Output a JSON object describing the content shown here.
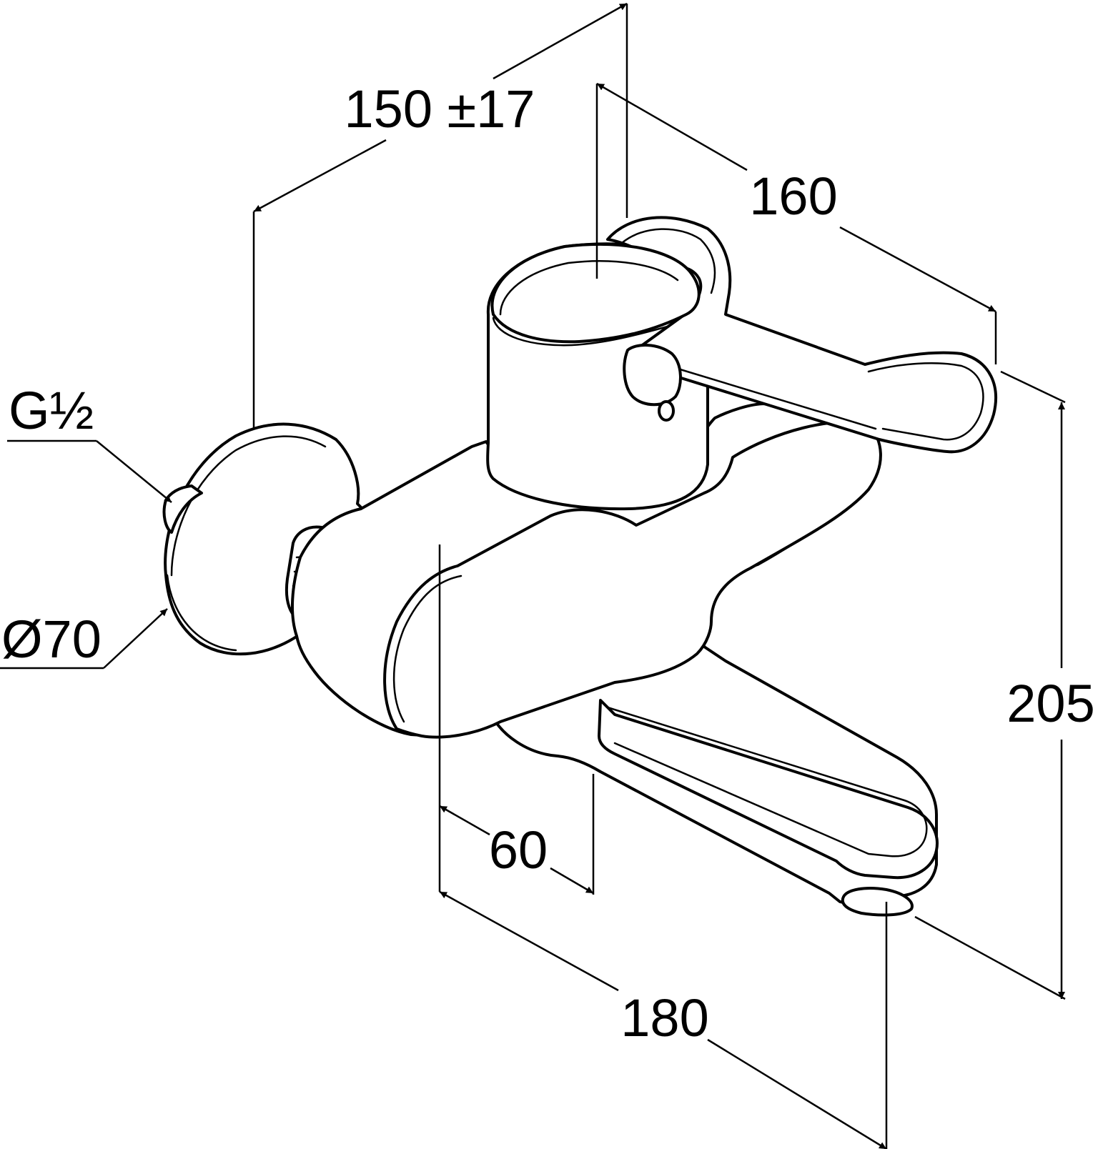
{
  "dimensions": {
    "depth_adjust": "150 ±17",
    "lever_length": "160",
    "thread": "G½",
    "rosette_diameter": "Ø70",
    "height": "205",
    "outlet_offset": "60",
    "spout_projection": "180"
  }
}
